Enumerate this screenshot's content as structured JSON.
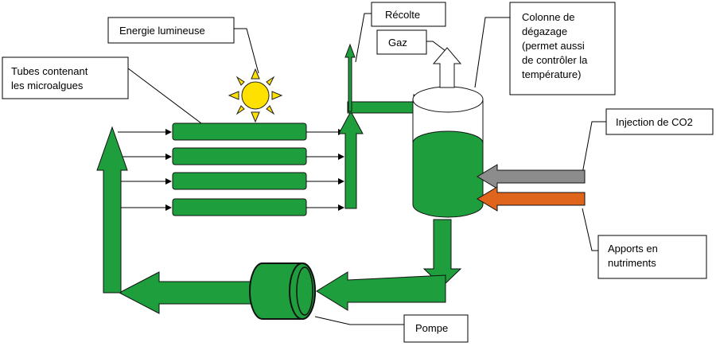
{
  "labels": {
    "energie": "Energie lumineuse",
    "tubes_1": "Tubes contenant",
    "tubes_2": "les microalgues",
    "recolte": "Récolte",
    "gaz": "Gaz",
    "colonne_1": "Colonne de",
    "colonne_2": "dégazage",
    "colonne_3": "(permet aussi",
    "colonne_4": "de contrôler la",
    "colonne_5": "température)",
    "co2": "Injection de CO2",
    "apports_1": "Apports en",
    "apports_2": "nutriments",
    "pompe": "Pompe"
  },
  "icons": {
    "sun": "sun-icon",
    "pump": "pump-cylinder-icon",
    "column": "degassing-column-icon"
  },
  "colors": {
    "flow_green": "#1e9e3c",
    "liquid_green": "#1e9e3c",
    "sun_yellow": "#ffe100",
    "co2_gray": "#8c8c8c",
    "nutrient_orange": "#e0651c"
  }
}
